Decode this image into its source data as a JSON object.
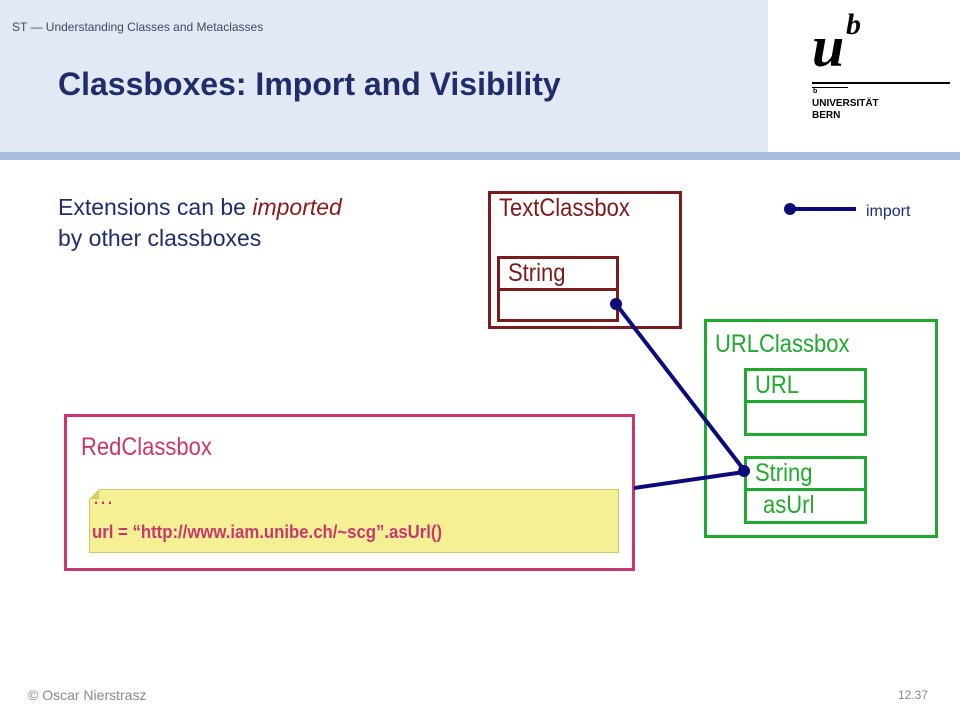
{
  "header": {
    "course": "ST — Understanding Classes and Metaclasses",
    "title": "Classboxes: Import and Visibility"
  },
  "logo": {
    "letter_u": "u",
    "letter_b": "b",
    "small_b": "b",
    "university": "UNIVERSITÄT",
    "city": "BERN"
  },
  "body": {
    "text_before": "Extensions can be ",
    "text_emphasis": "imported",
    "text_after": "by other classboxes"
  },
  "legend": {
    "import_label": "import"
  },
  "text_classbox": {
    "title": "TextClassbox",
    "class_name": "String"
  },
  "url_classbox": {
    "title": "URLClassbox",
    "class_url": "URL",
    "class_string": "String",
    "method": "asUrl"
  },
  "red_classbox": {
    "title": "RedClassbox",
    "code_ellipsis": "…",
    "code_line": "url = “http://www.iam.unibe.ch/~scg”.asUrl()"
  },
  "colors": {
    "title_blue": "#1f2d6a",
    "text_classbox": "#7a1c1c",
    "url_classbox": "#21a82e",
    "red_classbox": "#c8386e",
    "import_line": "#0b0b7a",
    "note_yellow": "#f5f093"
  },
  "footer": {
    "copyright": "© Oscar Nierstrasz",
    "page_number": "12.37"
  }
}
